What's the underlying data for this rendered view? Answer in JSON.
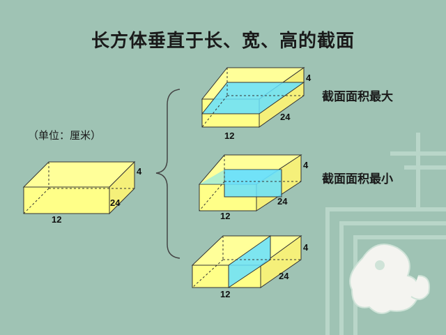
{
  "title": "长方体垂直于长、宽、高的截面",
  "unit_label": "（单位：厘米）",
  "dimensions": {
    "length": "12",
    "width": "24",
    "height": "4"
  },
  "cases": [
    {
      "caption": "截面面积最大"
    },
    {
      "caption": "截面面积最小"
    },
    {
      "caption": ""
    }
  ],
  "colors": {
    "background": "#9fc3b4",
    "box_face": "#ffff88",
    "box_top": "#ffff99",
    "box_side": "#f5f07a",
    "section": "#66e0ff",
    "edge": "#333333"
  }
}
